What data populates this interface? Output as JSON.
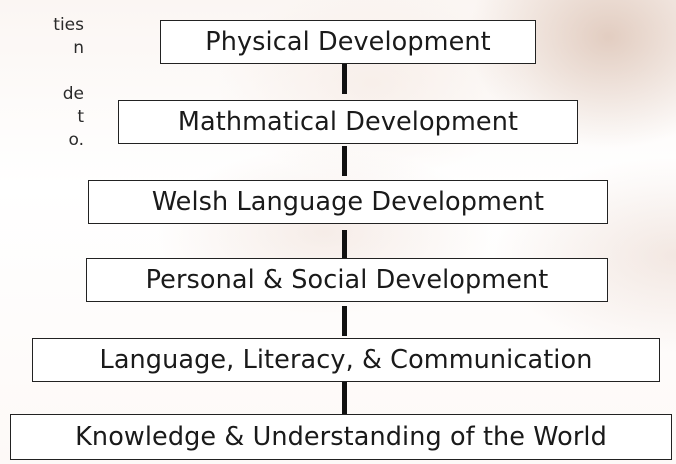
{
  "side_text": [
    "ties",
    "n",
    "de",
    "t",
    "o."
  ],
  "boxes": [
    "Physical Development",
    "Mathmatical Development",
    "Welsh Language Development",
    "Personal & Social Development",
    "Language, Literacy, & Communication",
    "Knowledge & Understanding of the World"
  ]
}
